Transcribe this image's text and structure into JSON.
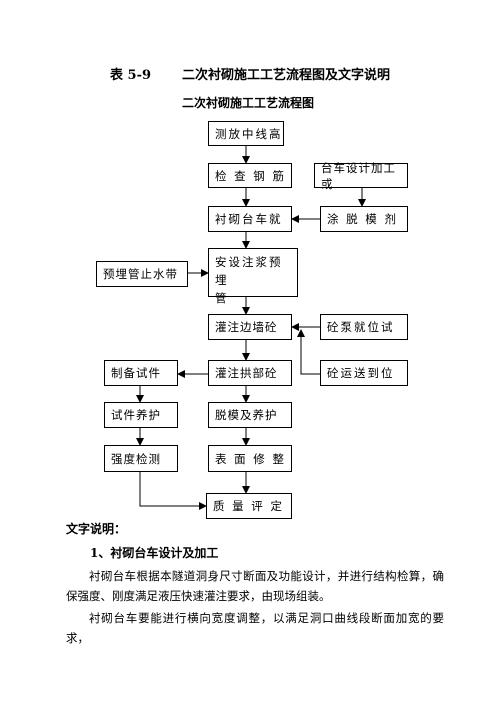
{
  "doc": {
    "table_no": "表 5-9",
    "table_title": "二次衬砌施工工艺流程图及文字说明",
    "subtitle": "二次衬砌施工工艺流程图"
  },
  "flow": {
    "measure": "测放中线高",
    "check_rebar": "检 查 钢 筋",
    "trolley_place": "衬砌台车就",
    "install_grout": "安设注浆预\n埋          管",
    "pour_wall": "灌注边墙砼",
    "pour_arch": "灌注拱部砼",
    "demold_cure": "脱模及养护",
    "surface_fix": "表 面 修 整",
    "quality": "质 量 评 定",
    "trolley_design": "台车设计加工或",
    "release_agent": "涂 脱 模 剂",
    "waterstop": "预埋管止水带",
    "pump_test": "砼泵就位试",
    "transport": "砼运送到位",
    "make_specimen": "制备试件",
    "specimen_cure": "试件养护",
    "strength_test": "强度检测"
  },
  "text": {
    "label": "文字说明：",
    "heading1": "1、衬砌台车设计及加工",
    "para1": "衬砌台车根据本隧道洞身尺寸断面及功能设计，并进行结构检算，确保强度、刚度满足液压快速灌注要求，由现场组装。",
    "para2": "衬砌台车要能进行横向宽度调整，以满足洞口曲线段断面加宽的要求，"
  }
}
